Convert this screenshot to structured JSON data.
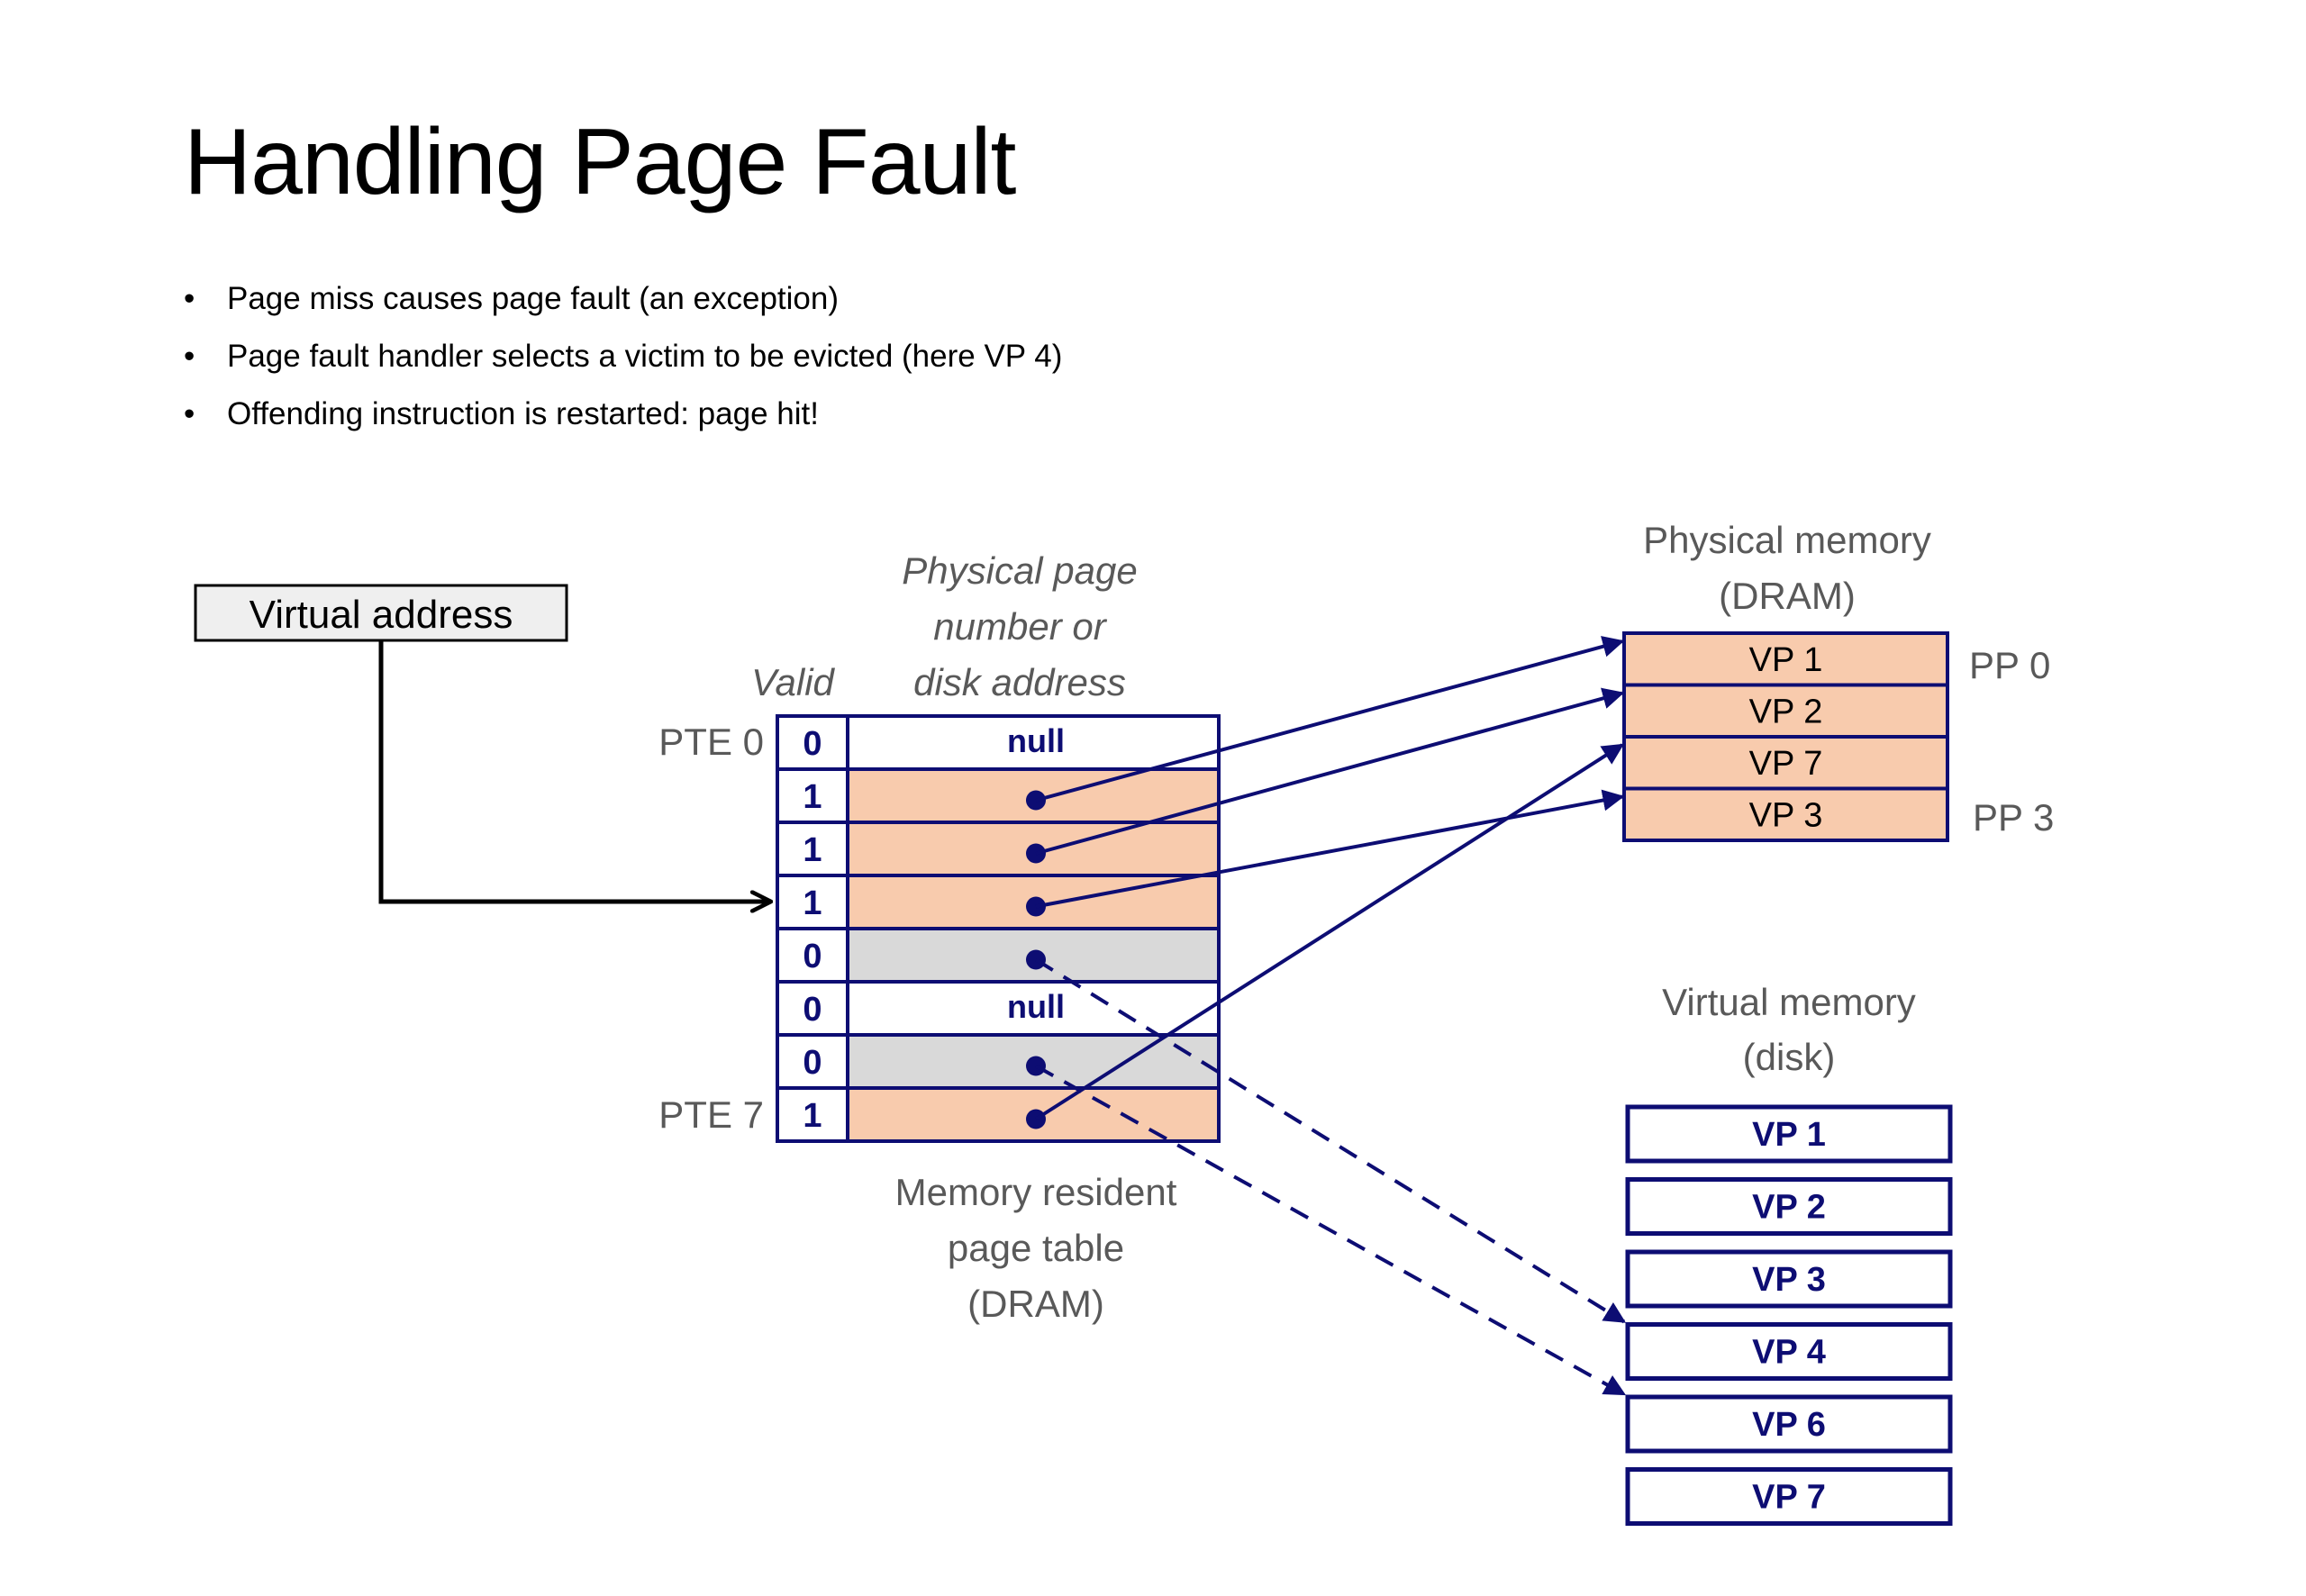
{
  "slide": {
    "title": "Handling Page Fault",
    "bullets": [
      "Page miss causes page fault (an exception)",
      "Page fault handler selects a victim to be evicted (here VP 4)",
      "Offending instruction is restarted: page hit!"
    ]
  },
  "diagram": {
    "virtual_address_label": "Virtual address",
    "page_table": {
      "valid_header": "Valid",
      "ppn_header": [
        "Physical page",
        "number or",
        "disk address"
      ],
      "caption": [
        "Memory resident",
        "page table",
        "(DRAM)"
      ],
      "first_label": "PTE 0",
      "last_label": "PTE 7",
      "accessed_entry": 3,
      "rows": [
        {
          "valid": "0",
          "content": "null",
          "state": "unallocated"
        },
        {
          "valid": "1",
          "content": "pointer",
          "state": "cached",
          "target": "VP 1"
        },
        {
          "valid": "1",
          "content": "pointer",
          "state": "cached",
          "target": "VP 2"
        },
        {
          "valid": "1",
          "content": "pointer",
          "state": "cached",
          "target": "VP 3"
        },
        {
          "valid": "0",
          "content": "pointer",
          "state": "uncached",
          "target": "VP 4"
        },
        {
          "valid": "0",
          "content": "null",
          "state": "unallocated"
        },
        {
          "valid": "0",
          "content": "pointer",
          "state": "uncached",
          "target": "VP 6"
        },
        {
          "valid": "1",
          "content": "pointer",
          "state": "cached",
          "target": "VP 7"
        }
      ]
    },
    "physical_memory": {
      "title": [
        "Physical memory",
        "(DRAM)"
      ],
      "pages": [
        "VP 1",
        "VP 2",
        "VP 7",
        "VP 3"
      ],
      "first_label": "PP 0",
      "last_label": "PP 3"
    },
    "virtual_memory": {
      "title": [
        "Virtual memory",
        "(disk)"
      ],
      "pages": [
        "VP 1",
        "VP 2",
        "VP 3",
        "VP 4",
        "VP 6",
        "VP 7"
      ]
    },
    "colors": {
      "navy": "#0d0d73",
      "cached_fill": "#f8cbad",
      "uncached_fill": "#d9d9d9",
      "label_gray": "#595959",
      "va_box_fill": "#efefef"
    }
  }
}
